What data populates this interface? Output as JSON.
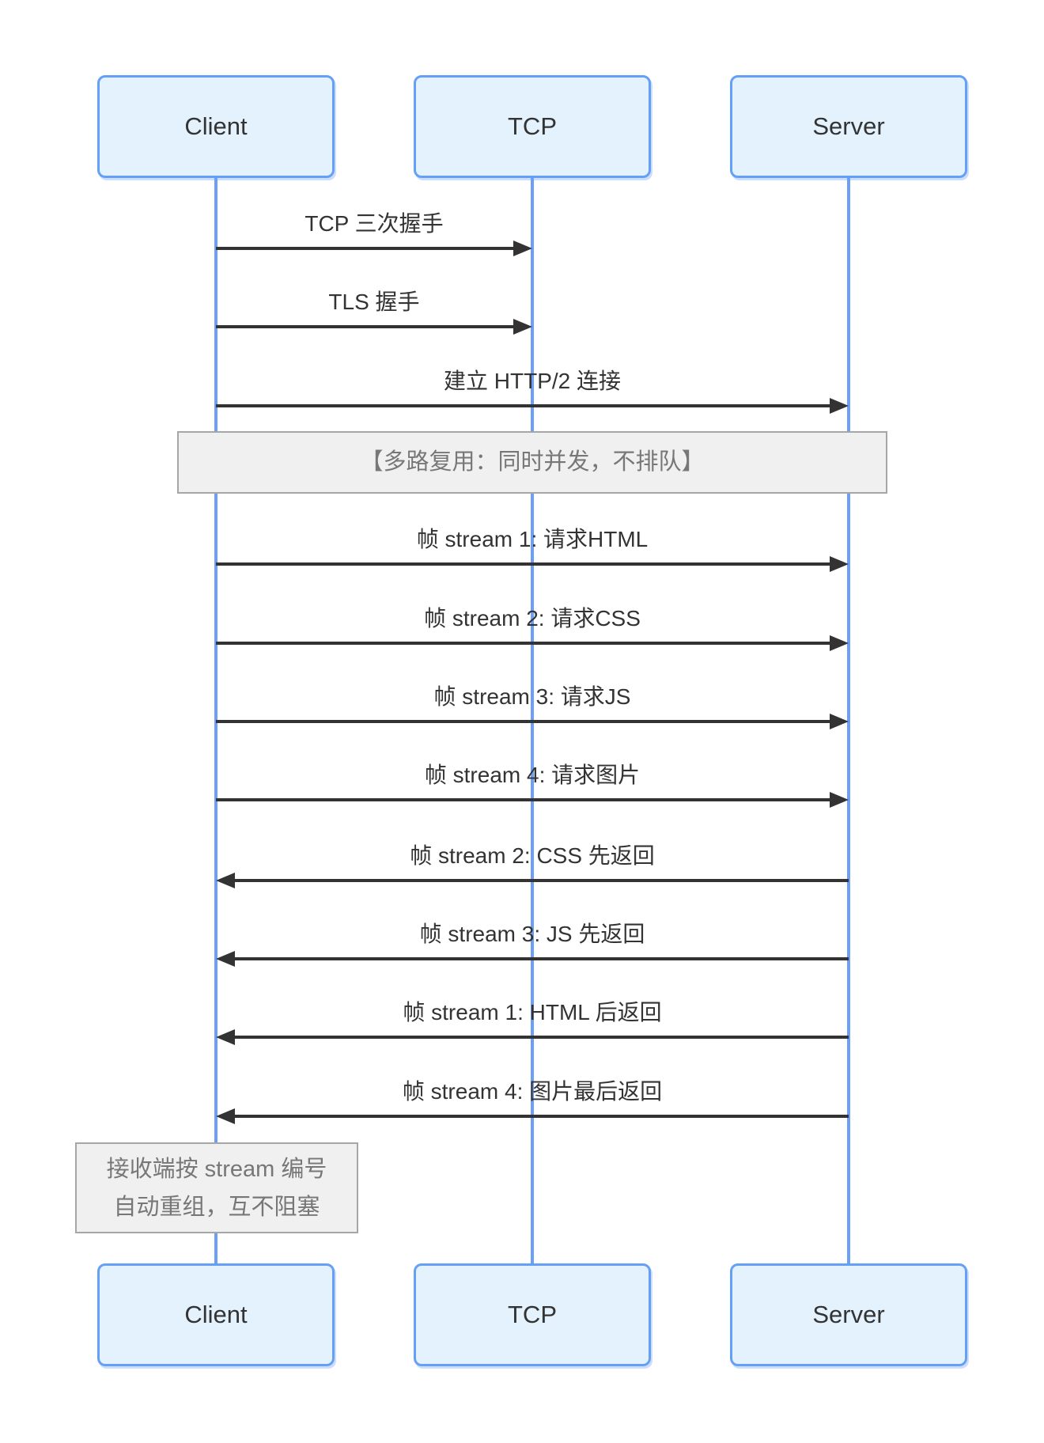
{
  "diagram": {
    "type": "sequence-diagram",
    "actors": [
      {
        "name": "Client"
      },
      {
        "name": "TCP"
      },
      {
        "name": "Server"
      }
    ],
    "messages": [
      {
        "label": "TCP 三次握手",
        "from": "Client",
        "to": "TCP"
      },
      {
        "label": "TLS 握手",
        "from": "Client",
        "to": "TCP"
      },
      {
        "label": "建立 HTTP/2 连接",
        "from": "Client",
        "to": "Server"
      },
      {
        "label": "帧 stream 1: 请求HTML",
        "from": "Client",
        "to": "Server"
      },
      {
        "label": "帧 stream 2: 请求CSS",
        "from": "Client",
        "to": "Server"
      },
      {
        "label": "帧 stream 3: 请求JS",
        "from": "Client",
        "to": "Server"
      },
      {
        "label": "帧 stream 4: 请求图片",
        "from": "Client",
        "to": "Server"
      },
      {
        "label": "帧 stream 2: CSS 先返回",
        "from": "Server",
        "to": "Client"
      },
      {
        "label": "帧 stream 3: JS 先返回",
        "from": "Server",
        "to": "Client"
      },
      {
        "label": "帧 stream 1: HTML 后返回",
        "from": "Server",
        "to": "Client"
      },
      {
        "label": "帧 stream 4: 图片最后返回",
        "from": "Server",
        "to": "Client"
      }
    ],
    "notes": [
      {
        "text": "【多路复用：同时并发，不排队】",
        "position": "across-all"
      },
      {
        "line1": "接收端按 stream 编号",
        "line2": "自动重组，互不阻塞",
        "position": "over-client"
      }
    ],
    "colors": {
      "actor_fill": "#e3f2fd",
      "actor_border": "#64a1f6",
      "lifeline": "#6ca0f7",
      "note_fill": "#f0f0f0",
      "note_border": "#a6a6a6",
      "arrow": "#333333",
      "message_text": "#333333",
      "note_text": "#777777",
      "background": "#ffffff"
    }
  }
}
